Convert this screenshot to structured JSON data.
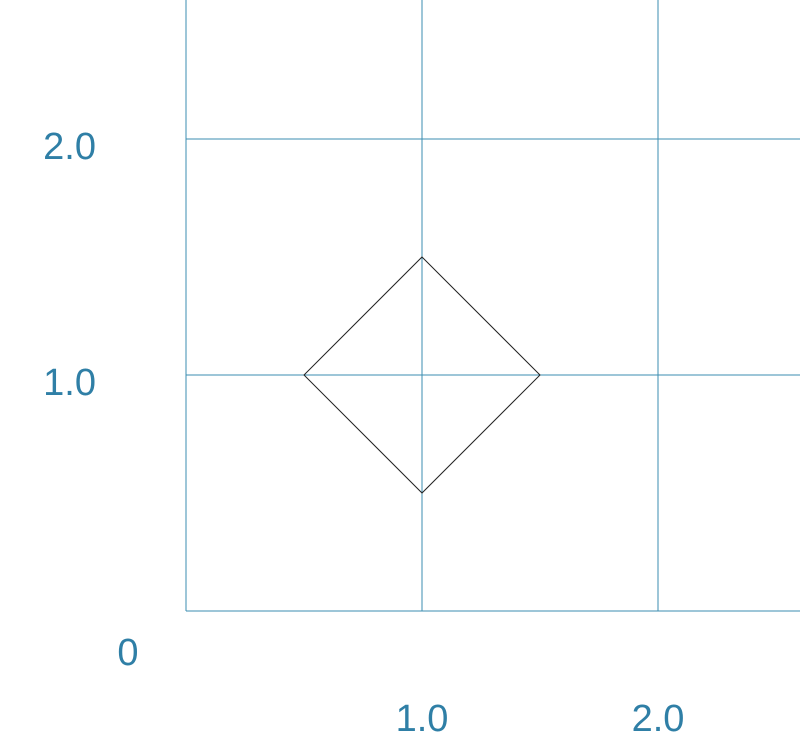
{
  "figure": {
    "x_ticks": [
      {
        "value": 1,
        "label": "1.0"
      },
      {
        "value": 2,
        "label": "2.0"
      }
    ],
    "y_ticks": [
      {
        "value": 1,
        "label": "1.0"
      },
      {
        "value": 2,
        "label": "2.0"
      }
    ],
    "origin_label": "0",
    "shape": {
      "type": "diamond",
      "vertices": [
        [
          1,
          1.5
        ],
        [
          1.5,
          1
        ],
        [
          1,
          0.5
        ],
        [
          0.5,
          1
        ]
      ]
    },
    "colors": {
      "grid": "#3b8db1",
      "label": "#2f7fa6",
      "shape": "#222222"
    }
  }
}
